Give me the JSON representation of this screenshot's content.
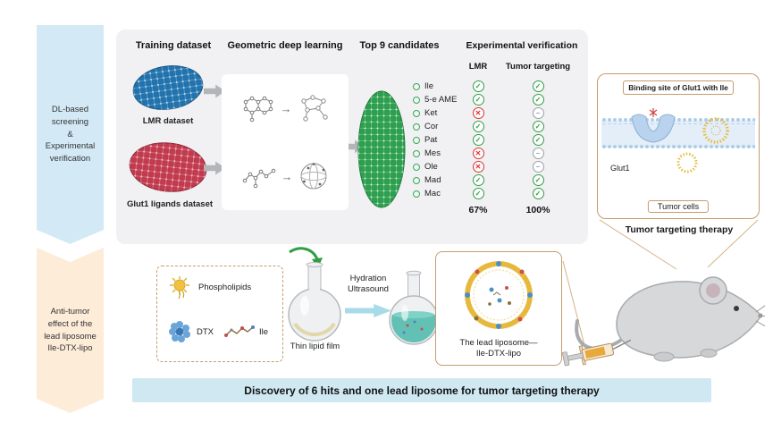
{
  "ribbons": {
    "top": "DL-based\nscreening\n&\nExperimental\nverification",
    "bottom": "Anti-tumor\neffect of the\nlead liposome\nIle-DTX-lipo"
  },
  "pipeline": {
    "headers": {
      "training": "Training dataset",
      "gdl": "Geometric deep learning",
      "candidates": "Top 9 candidates",
      "verification": "Experimental verification"
    },
    "datasets": {
      "lmr": "LMR dataset",
      "glut1": "Glut1 ligands dataset"
    },
    "verification": {
      "lmr_col": "LMR",
      "tumor_col": "Tumor targeting",
      "lmr_rate": "67%",
      "tumor_rate": "100%"
    },
    "candidates": [
      {
        "name": "Ile",
        "lmr": "check",
        "tumor": "check"
      },
      {
        "name": "5-e AME",
        "lmr": "check",
        "tumor": "check"
      },
      {
        "name": "Ket",
        "lmr": "cross",
        "tumor": "minus"
      },
      {
        "name": "Cor",
        "lmr": "check",
        "tumor": "check"
      },
      {
        "name": "Pat",
        "lmr": "check",
        "tumor": "check"
      },
      {
        "name": "Mes",
        "lmr": "cross",
        "tumor": "minus"
      },
      {
        "name": "Ole",
        "lmr": "cross",
        "tumor": "minus"
      },
      {
        "name": "Mad",
        "lmr": "check",
        "tumor": "check"
      },
      {
        "name": "Mac",
        "lmr": "check",
        "tumor": "check"
      }
    ]
  },
  "binding_panel": {
    "title": "Binding site of Glut1 with Ile",
    "glut1": "Glut1",
    "tumor_cells": "Tumor cells",
    "caption": "Tumor targeting therapy"
  },
  "preparation": {
    "legend": {
      "phospholipids": "Phospholipids",
      "dtx": "DTX",
      "ile": "Ile"
    },
    "flask_label": "Thin lipid film",
    "process": "Hydration\nUltrasound",
    "liposome_caption": "The lead liposome—\nIle-DTX-lipo"
  },
  "banner": "Discovery of 6 hits and one lead liposome for tumor targeting therapy",
  "colors": {
    "blue_dataset": "#2273ad",
    "red_dataset": "#c13a4d",
    "green_candidates": "#2e9e4f",
    "check": "#2f9e44",
    "cross": "#e03131",
    "minus": "#98a0a6",
    "panel_border": "#c69c6d",
    "banner_bg": "#cfe8f2",
    "ribbon_top_bg": "#d3eaf6",
    "ribbon_bottom_bg": "#fdecd8"
  }
}
